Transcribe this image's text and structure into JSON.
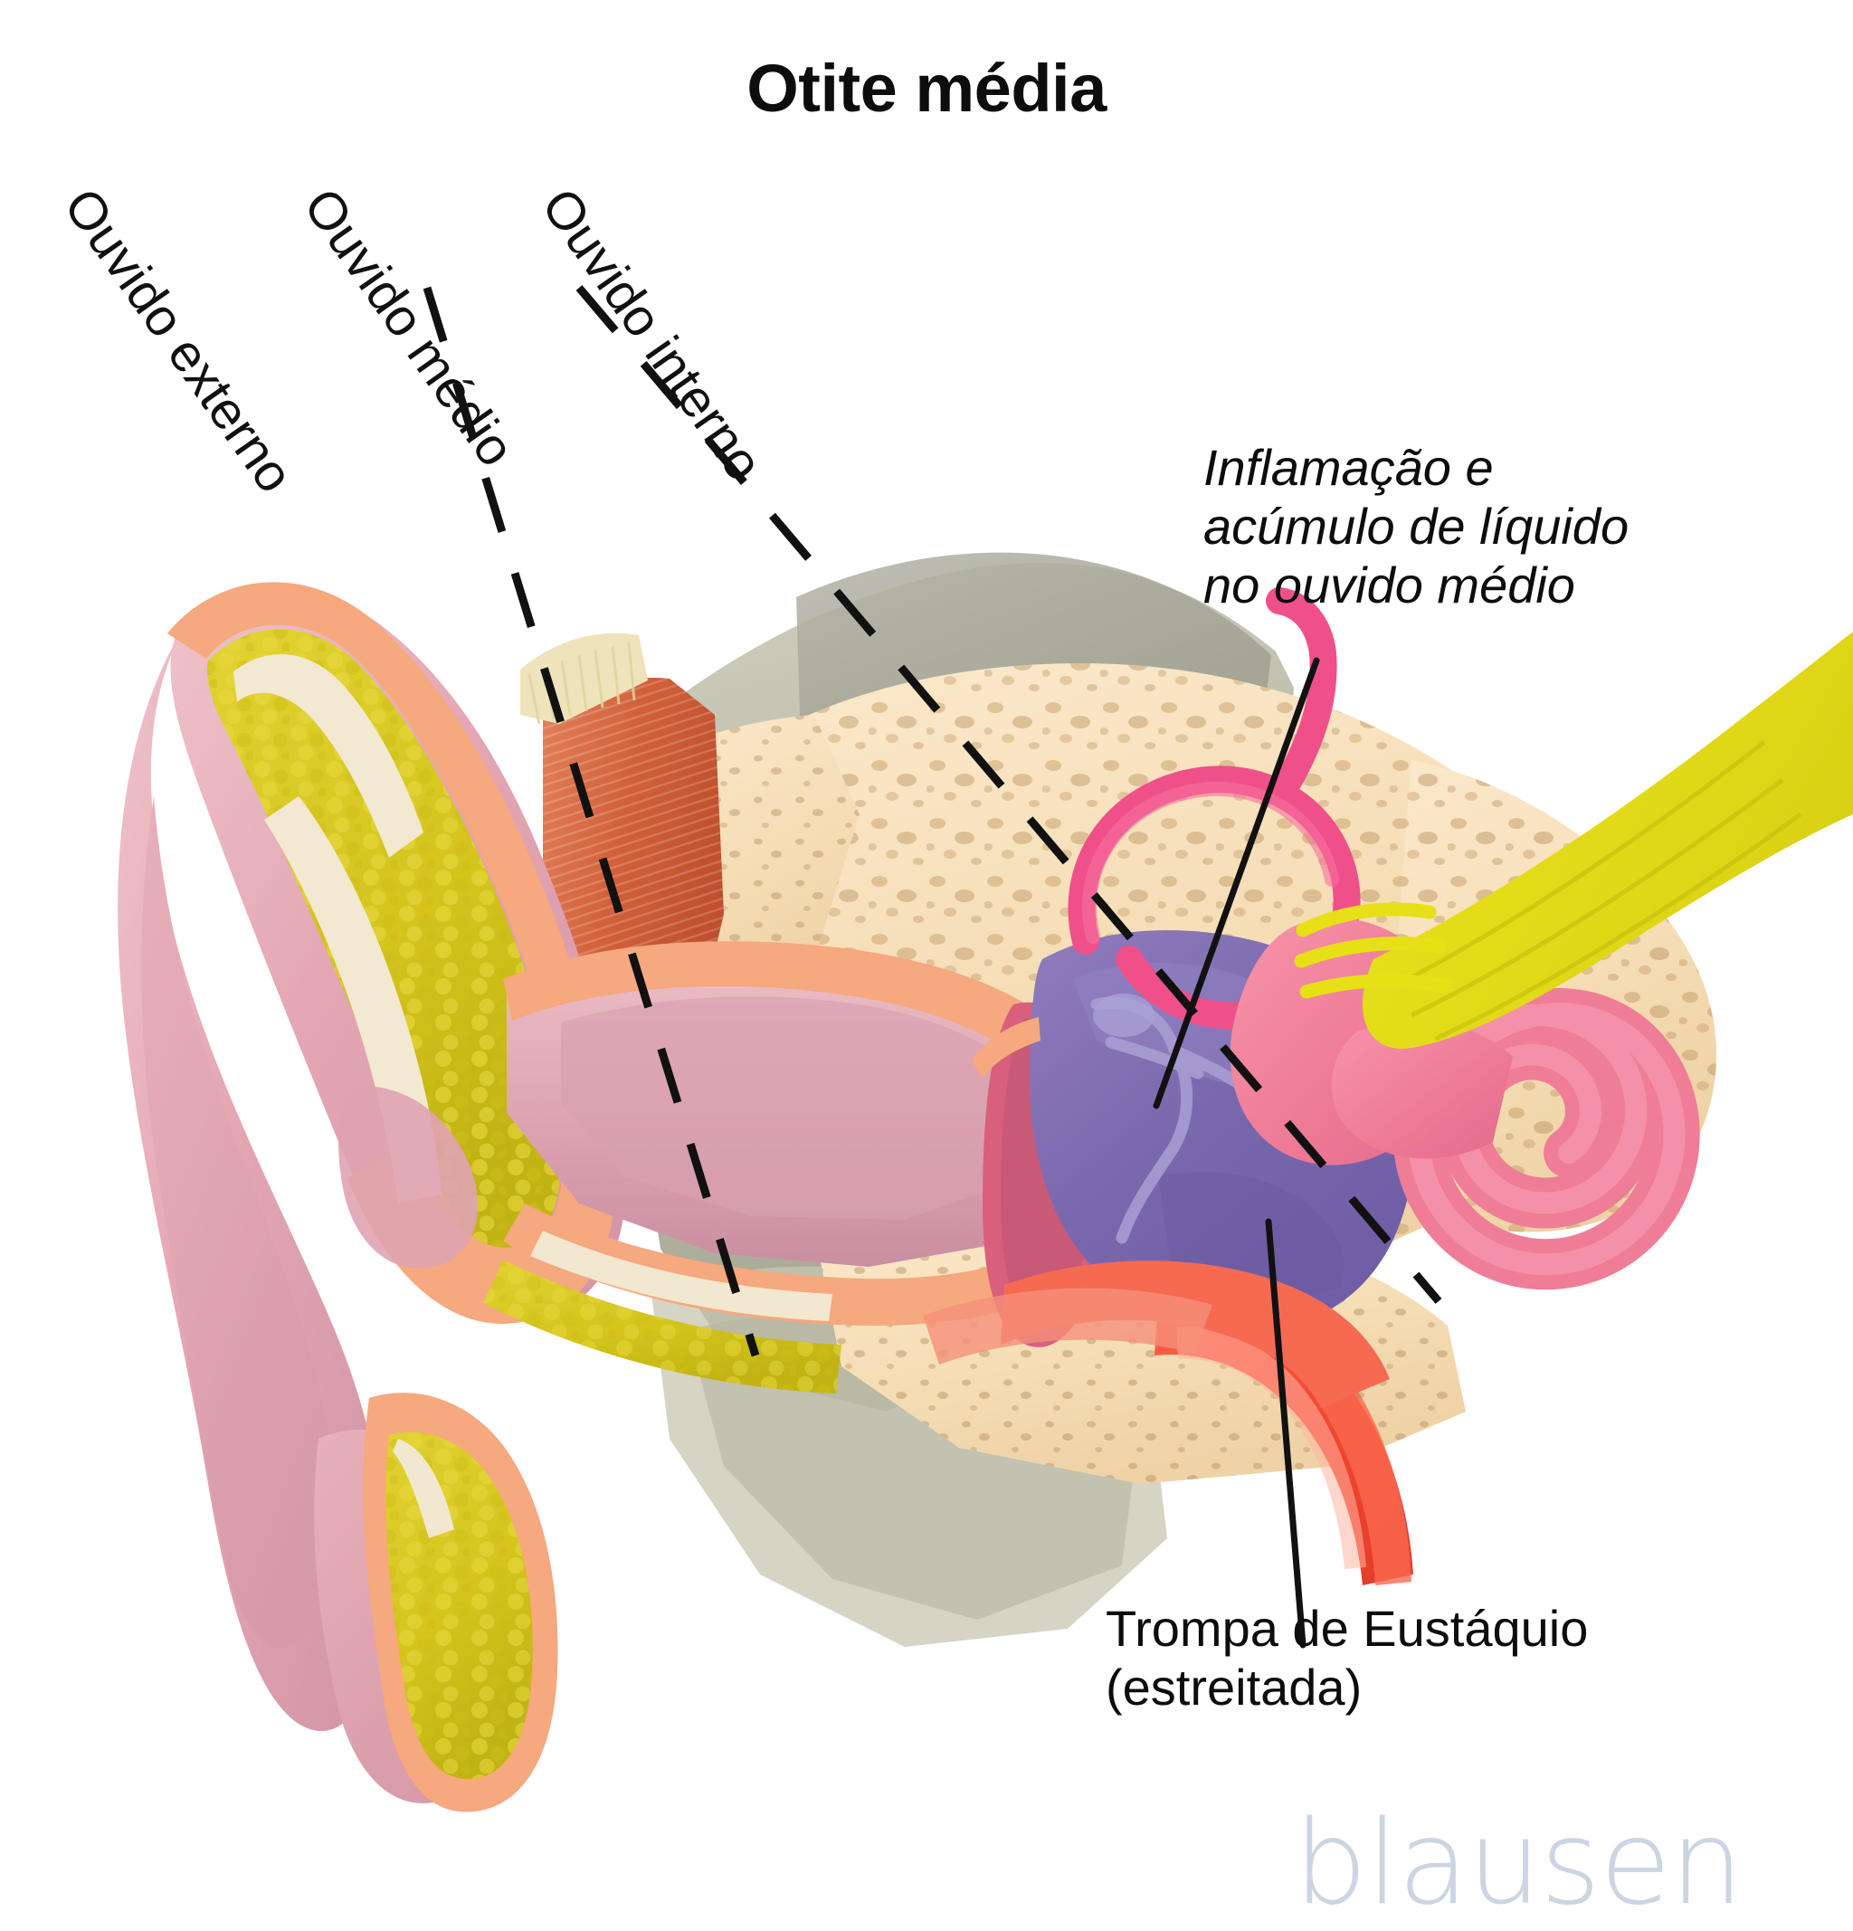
{
  "title": "Otite média",
  "labels": {
    "outer_ear": "Ouvido externo",
    "middle_ear": "Ouvido médio",
    "inner_ear": "Ouvido interno"
  },
  "callouts": {
    "inflammation": "Inflamação e\nacúmulo de líquido\nno ouvido médio",
    "eustachian": "Trompa de Eustáquio\n(estreitada)"
  },
  "watermark": "blausen",
  "colors": {
    "skin_pink": "#e3a9b4",
    "skin_pink_light": "#eab9c2",
    "skin_outline_salmon": "#f6a87e",
    "cartilage_cream": "#f2e6cf",
    "adipose_yellow": "#d6c521",
    "bone_tan": "#f6dfbb",
    "bone_gray": "#a8a79b",
    "bone_gray_green": "#9a9b8b",
    "muscle_orange": "#d9673f",
    "inflamed_purple": "#7f6bb0",
    "inflamed_purple_dark": "#6d5aa0",
    "cochlea_pink": "#ef7d97",
    "canal_magenta": "#f0508a",
    "nerve_yellow": "#e8e016",
    "eustachian_red": "#f2452f",
    "dash_black": "#111111",
    "watermark_blue_gray": "#ccd5e2",
    "title_black": "#0d0d0d"
  },
  "dividers": {
    "count": 2,
    "style": "dashed",
    "angle_deg": 55
  }
}
